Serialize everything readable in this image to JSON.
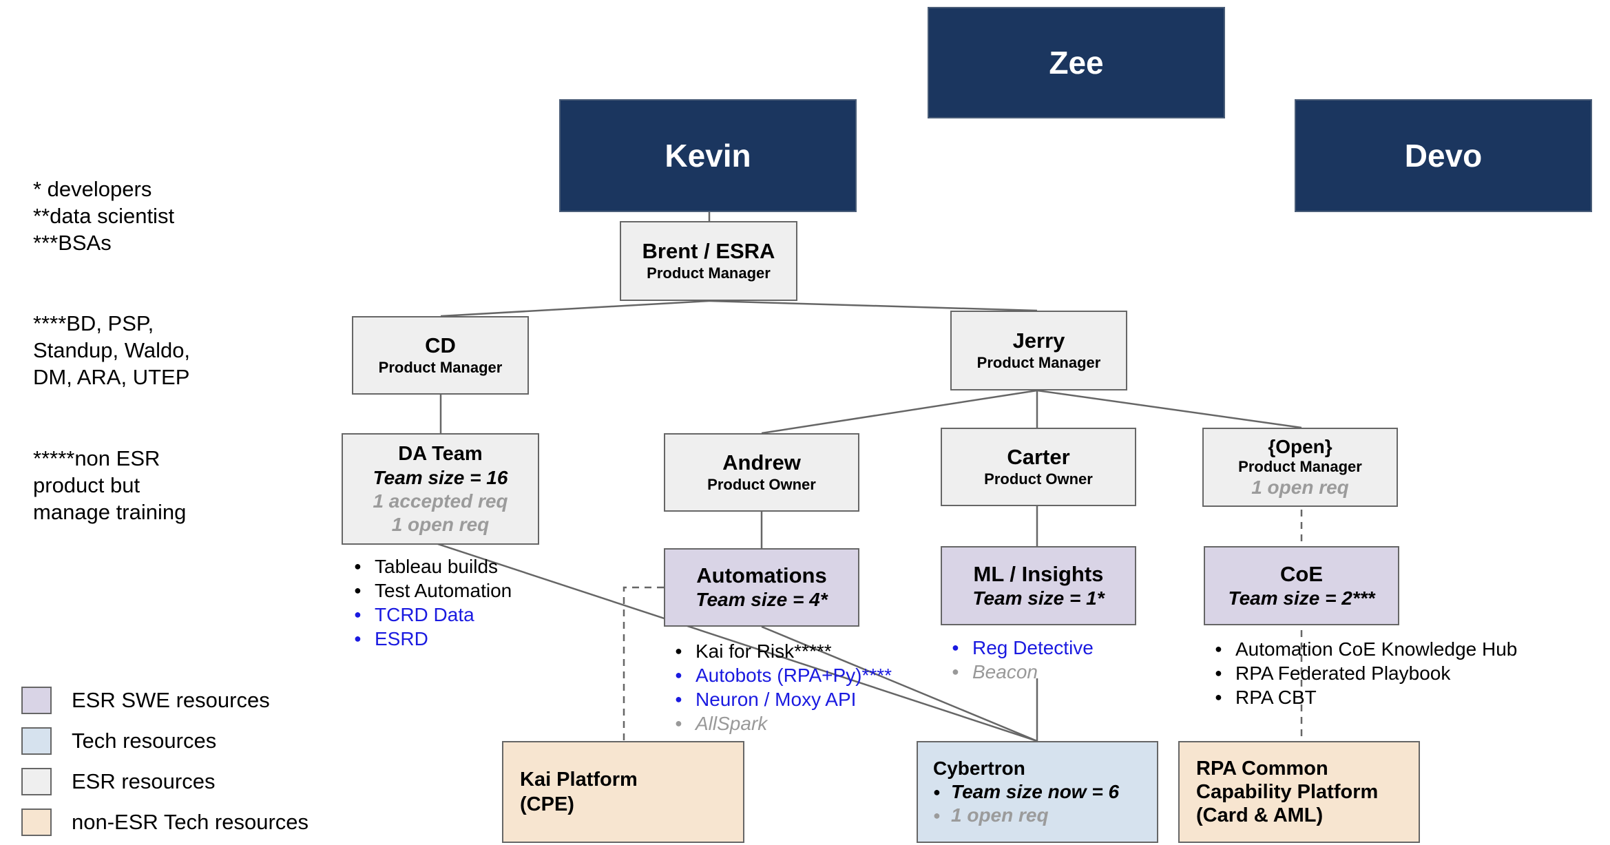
{
  "execs": {
    "zee": "Zee",
    "kevin": "Kevin",
    "devo": "Devo"
  },
  "notes": {
    "line1": "* developers",
    "line2": "**data scientist",
    "line3": "***BSAs",
    "line4a": "****BD, PSP,",
    "line4b": "Standup, Waldo,",
    "line4c": "DM, ARA, UTEP",
    "line5a": "*****non ESR",
    "line5b": "product but",
    "line5c": "manage training"
  },
  "brent": {
    "name": "Brent / ESRA",
    "role": "Product Manager"
  },
  "cd": {
    "name": "CD",
    "role": "Product Manager"
  },
  "jerry": {
    "name": "Jerry",
    "role": "Product Manager"
  },
  "da_team": {
    "name": "DA Team",
    "size": "Team size = 16",
    "req1": "1 accepted req",
    "req2": "1 open req"
  },
  "andrew": {
    "name": "Andrew",
    "role": "Product Owner"
  },
  "carter": {
    "name": "Carter",
    "role": "Product Owner"
  },
  "open": {
    "name": "{Open}",
    "role": "Product Manager",
    "req": "1 open req"
  },
  "automations": {
    "name": "Automations",
    "size": "Team size = 4*"
  },
  "ml": {
    "name": "ML / Insights",
    "size": "Team size = 1*"
  },
  "coe": {
    "name": "CoE",
    "size": "Team size = 2***"
  },
  "da_items": [
    "Tableau builds",
    "Test Automation",
    "TCRD Data",
    "ESRD"
  ],
  "auto_items": [
    "Kai for Risk*****",
    "Autobots (RPA+Py)****",
    "Neuron / Moxy API",
    "AllSpark"
  ],
  "ml_items": [
    "Reg Detective",
    "Beacon"
  ],
  "coe_items": [
    "Automation CoE Knowledge Hub",
    "RPA Federated Playbook",
    "RPA CBT"
  ],
  "kai": {
    "line1": "Kai Platform",
    "line2": "(CPE)"
  },
  "cybertron": {
    "name": "Cybertron",
    "item1": "Team size now =  6",
    "item2": "1 open req"
  },
  "rpa": {
    "line1": "RPA Common",
    "line2": "Capability Platform",
    "line3": "(Card & AML)"
  },
  "legend": [
    "ESR SWE resources",
    "Tech resources",
    "ESR resources",
    "non-ESR Tech resources"
  ],
  "colors": {
    "exec": "#1b365f",
    "esr_swe": "#d9d4e6",
    "tech": "#d6e2ee",
    "esr": "#efefef",
    "non_esr_tech": "#f7e5d0",
    "link_blue": "#1a1ae0"
  }
}
